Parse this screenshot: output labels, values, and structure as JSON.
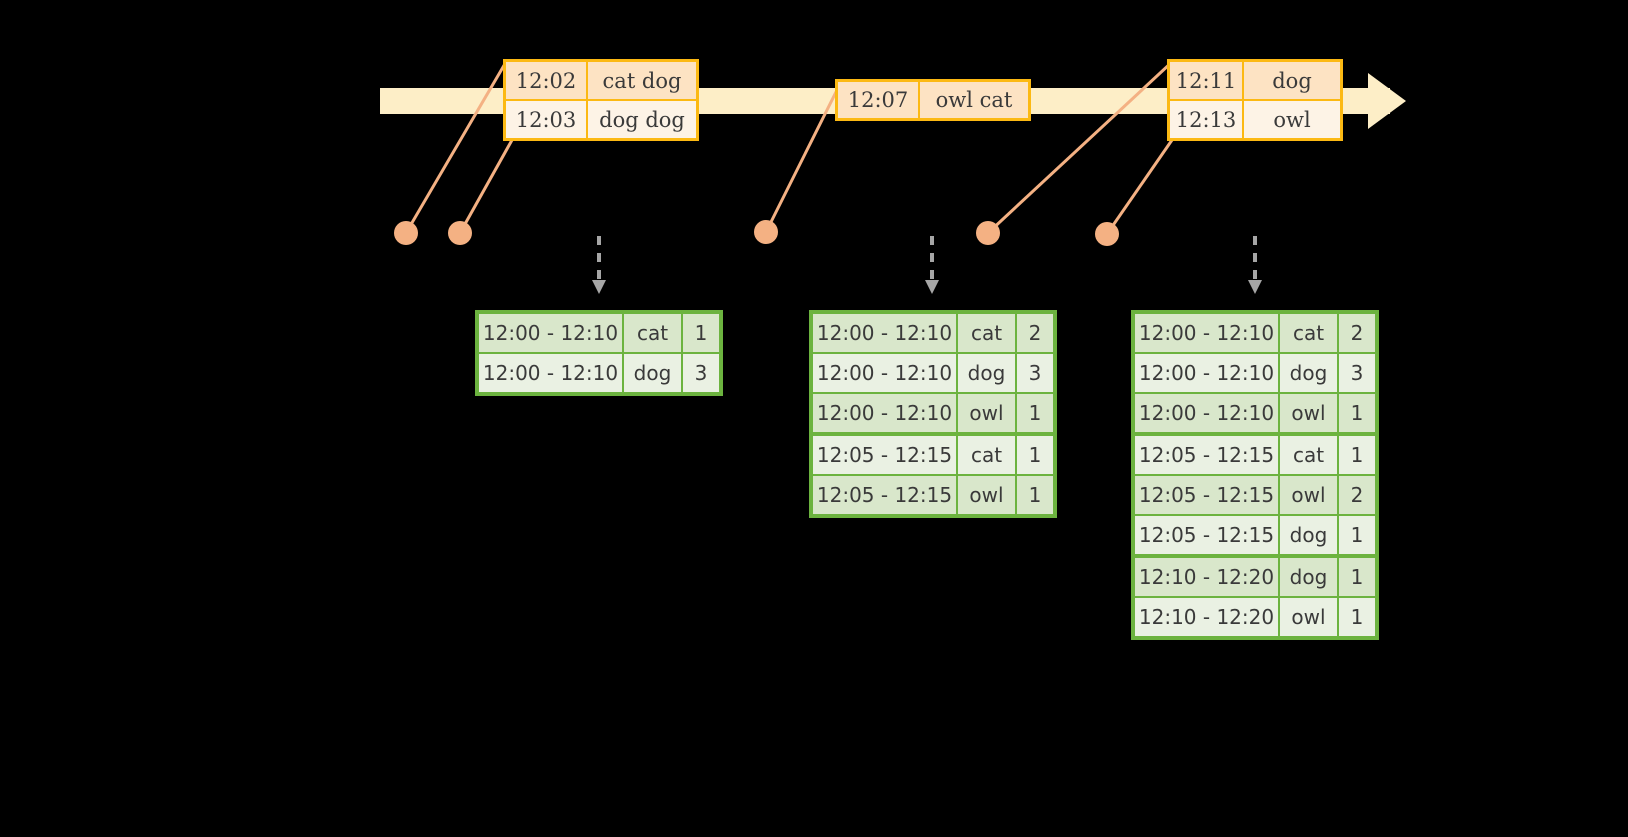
{
  "diagram": {
    "title": "Windowed word count streaming diagram",
    "colors": {
      "timeline": "#fdeec7",
      "event_border": "#fcb913",
      "event_fill_shade": "#fde3c3",
      "event_fill_light": "#fdf3e6",
      "dot": "#f4b183",
      "table_border": "#6cb33f",
      "table_fill_a": "#d9e7cb",
      "table_fill_b": "#eaf1e3",
      "arrow": "#a6a6a6",
      "background": "#000000"
    }
  },
  "timeline": {
    "events": [
      {
        "id": "event-group-1",
        "rows": [
          {
            "time": "12:02",
            "words": "cat dog"
          },
          {
            "time": "12:03",
            "words": "dog dog"
          }
        ]
      },
      {
        "id": "event-group-2",
        "rows": [
          {
            "time": "12:07",
            "words": "owl cat"
          }
        ]
      },
      {
        "id": "event-group-3",
        "rows": [
          {
            "time": "12:11",
            "words": "dog"
          },
          {
            "time": "12:13",
            "words": "owl"
          }
        ]
      }
    ]
  },
  "tables": [
    {
      "id": "result-table-1",
      "rows": [
        {
          "window": "12:00 - 12:10",
          "word": "cat",
          "count": "1"
        },
        {
          "window": "12:00 - 12:10",
          "word": "dog",
          "count": "3"
        }
      ]
    },
    {
      "id": "result-table-2",
      "rows": [
        {
          "window": "12:00 - 12:10",
          "word": "cat",
          "count": "2"
        },
        {
          "window": "12:00 - 12:10",
          "word": "dog",
          "count": "3"
        },
        {
          "window": "12:00 - 12:10",
          "word": "owl",
          "count": "1"
        },
        {
          "window": "12:05 - 12:15",
          "word": "cat",
          "count": "1"
        },
        {
          "window": "12:05 - 12:15",
          "word": "owl",
          "count": "1"
        }
      ]
    },
    {
      "id": "result-table-3",
      "rows": [
        {
          "window": "12:00 - 12:10",
          "word": "cat",
          "count": "2"
        },
        {
          "window": "12:00 - 12:10",
          "word": "dog",
          "count": "3"
        },
        {
          "window": "12:00 - 12:10",
          "word": "owl",
          "count": "1"
        },
        {
          "window": "12:05 - 12:15",
          "word": "cat",
          "count": "1"
        },
        {
          "window": "12:05 - 12:15",
          "word": "owl",
          "count": "2"
        },
        {
          "window": "12:05 - 12:15",
          "word": "dog",
          "count": "1"
        },
        {
          "window": "12:10 - 12:20",
          "word": "dog",
          "count": "1"
        },
        {
          "window": "12:10 - 12:20",
          "word": "owl",
          "count": "1"
        }
      ]
    }
  ]
}
